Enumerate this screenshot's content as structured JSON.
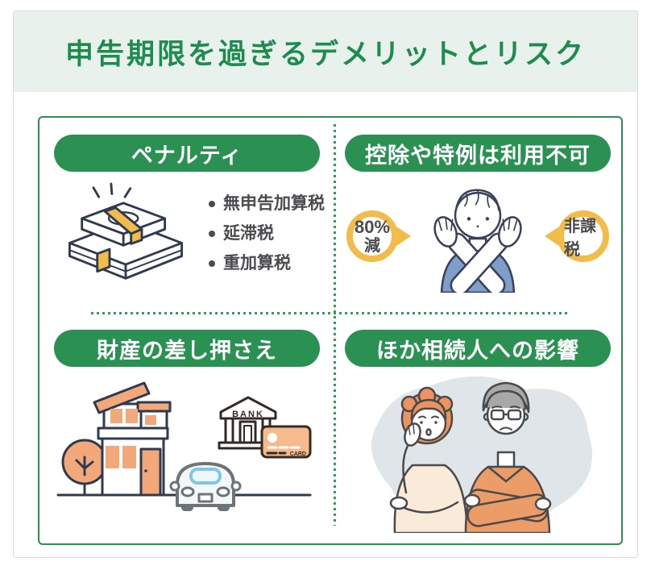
{
  "title": "申告期限を過ぎるデメリットとリスク",
  "colors": {
    "green": "#2a9153",
    "title_green": "#1e8c4e",
    "band_green": "#e9f1ec",
    "dot_green": "#2f9e59",
    "yellow": "#f2bc4b",
    "text_dark": "#4b4b50",
    "card_border": "#d9d9d9"
  },
  "quadrants": [
    {
      "heading": "ペナルティ",
      "icon": "money-stack-icon",
      "bullets": [
        "無申告加算税",
        "延滞税",
        "重加算税"
      ]
    },
    {
      "heading": "控除や特例は利用不可",
      "icon": "person-crossing-arms-icon",
      "badge_left": {
        "line1": "80%",
        "line2": "減"
      },
      "badge_right": "非課税"
    },
    {
      "heading": "財産の差し押さえ",
      "icon": "house-bank-car-icon",
      "bank_label": "BANK",
      "card_label": "CARD"
    },
    {
      "heading": "ほか相続人への影響",
      "icon": "worried-elderly-couple-icon"
    }
  ]
}
